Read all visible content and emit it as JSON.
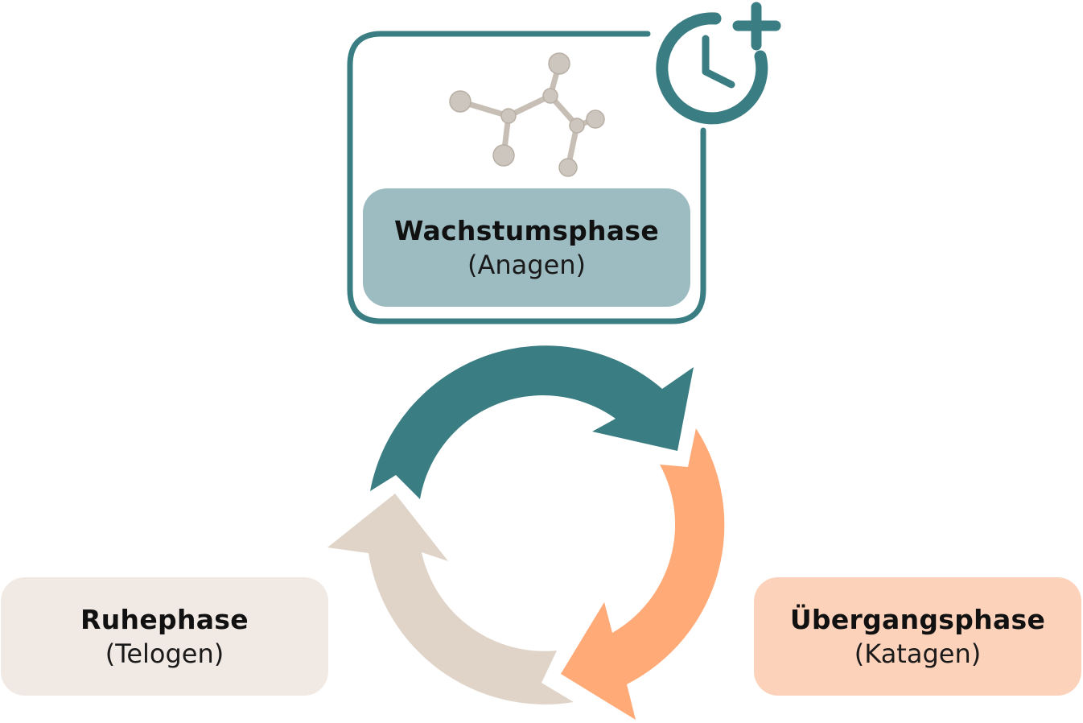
{
  "colors": {
    "teal": "#3a7d82",
    "orange": "#ffaa77",
    "beige": "#e0d4c8",
    "anagen_box": "#9cbcc2",
    "katagen_box": "#fdd2bb",
    "telogen_box": "#f1e9e3",
    "molecule": "#c9c1b8"
  },
  "phases": {
    "anagen": {
      "title": "Wachstumsphase",
      "subtitle": "(Anagen)"
    },
    "katagen": {
      "title": "Übergangsphase",
      "subtitle": "(Katagen)"
    },
    "telogen": {
      "title": "Ruhephase",
      "subtitle": "(Telogen)"
    }
  },
  "icons": {
    "clock": "clock-plus-icon",
    "molecule": "molecule-icon",
    "cycle": "cycle-arrows"
  }
}
